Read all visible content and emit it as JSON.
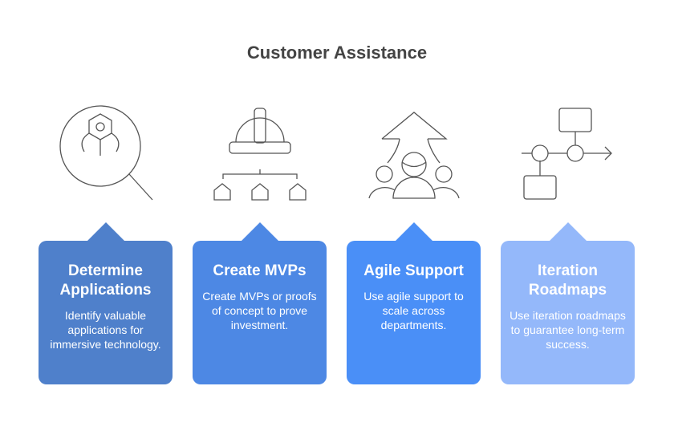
{
  "title": "Customer Assistance",
  "cards": [
    {
      "title": "Determine Applications",
      "text": "Identify valuable applications for immersive technology.",
      "color": "#4f80cb",
      "icon": "magnifier-robot-claw-icon"
    },
    {
      "title": "Create MVPs",
      "text": "Create MVPs or proofs of concept to prove investment.",
      "color": "#4d88e4",
      "icon": "hardhat-hierarchy-icon"
    },
    {
      "title": "Agile Support",
      "text": "Use agile support to scale across departments.",
      "color": "#4a8ff7",
      "icon": "team-growth-arrow-icon"
    },
    {
      "title": "Iteration Roadmaps",
      "text": "Use iteration roadmaps to guarantee long-term success.",
      "color": "#94b8fa",
      "icon": "roadmap-flow-icon"
    }
  ]
}
